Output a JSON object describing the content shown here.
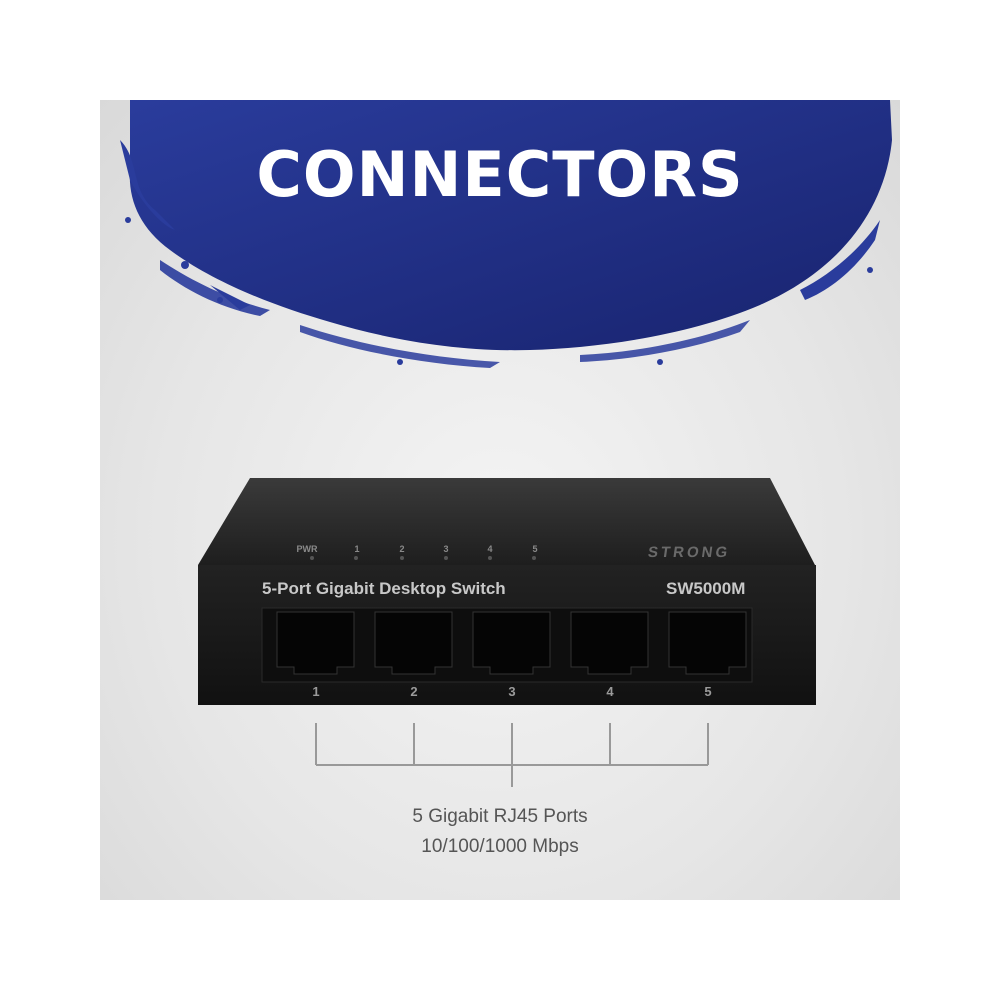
{
  "title": "CONNECTORS",
  "device": {
    "brand": "STRONG",
    "product_name": "5-Port Gigabit Desktop Switch",
    "model": "SW5000M",
    "led_labels": [
      "PWR",
      "1",
      "2",
      "3",
      "4",
      "5"
    ],
    "port_numbers": [
      "1",
      "2",
      "3",
      "4",
      "5"
    ]
  },
  "caption": {
    "line1": "5 Gigabit RJ45 Ports",
    "line2": "10/100/1000 Mbps"
  },
  "colors": {
    "brush_blue": "#1f2f8a",
    "device_body": "#1c1c1c",
    "panel_bg": "#e8e8e8"
  }
}
